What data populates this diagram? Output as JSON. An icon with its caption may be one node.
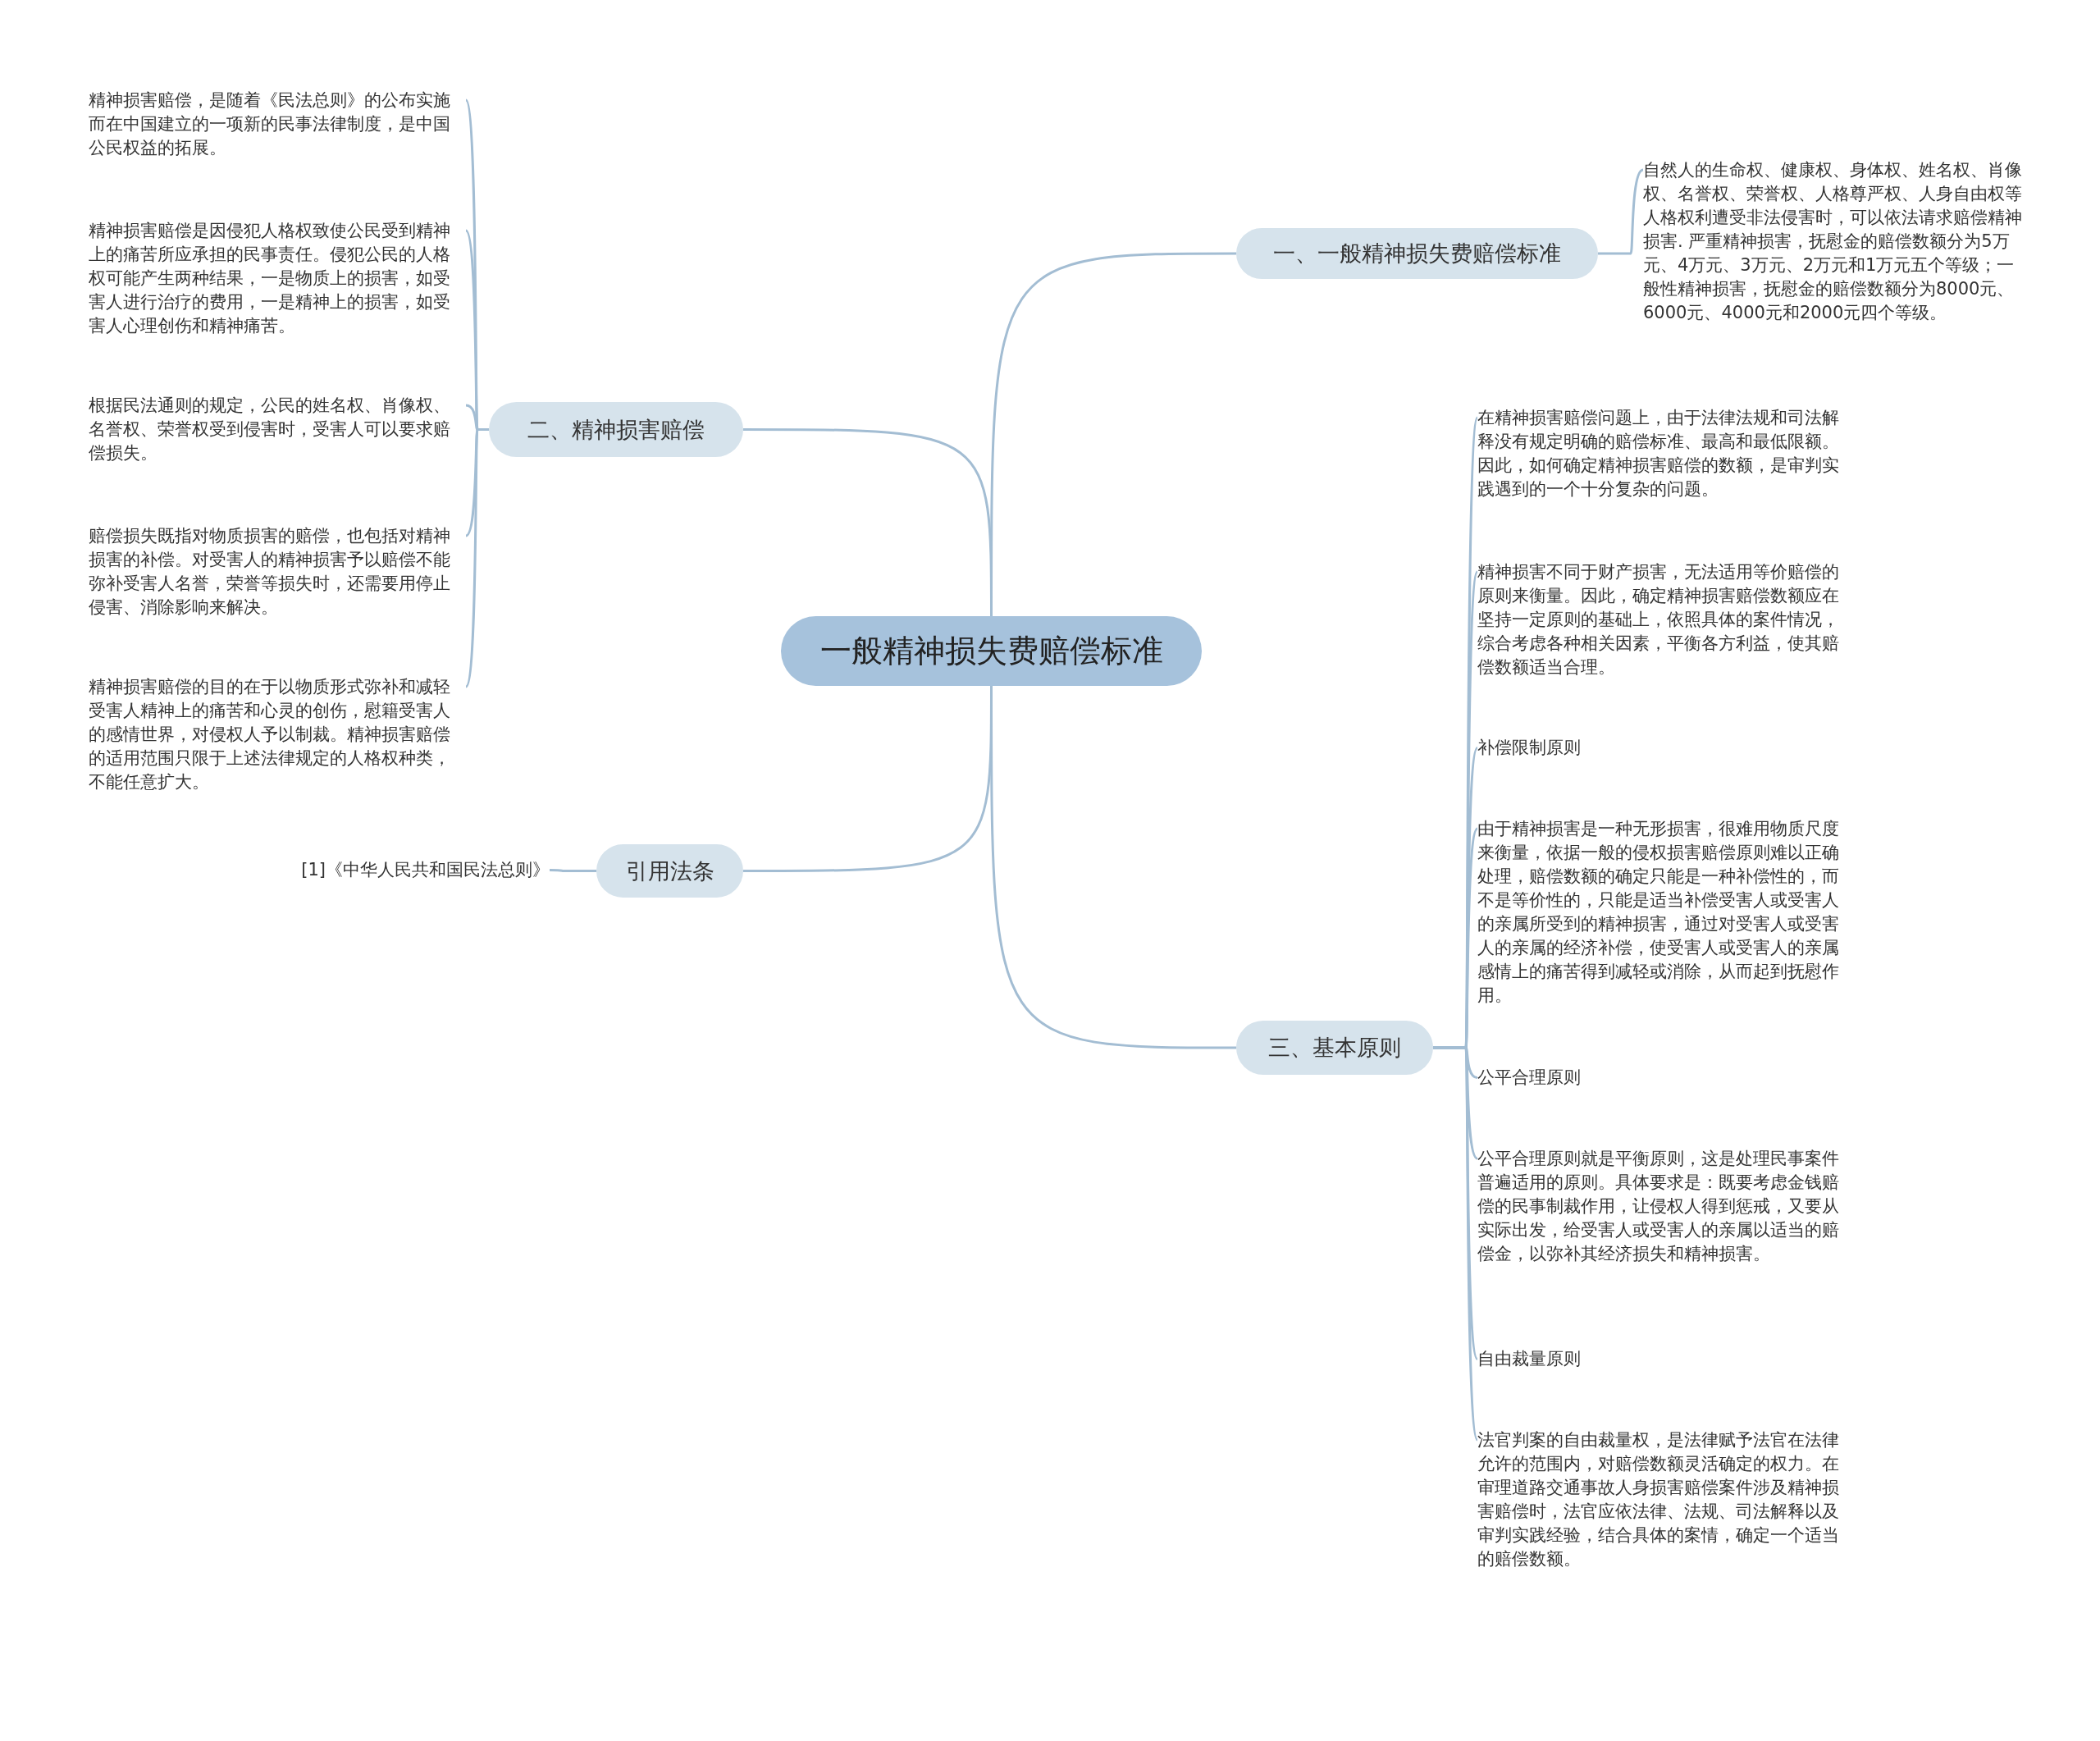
{
  "diagram": {
    "nodes": [
      {
        "text": [
          "一般精神损失费赔偿标准"
        ]
      },
      {
        "text": [
          "一、一般精神损失费赔偿标准"
        ]
      },
      {
        "text": [
          "自然人的生命权、健康权、身体权、姓名权、肖像权、名誉权、荣誉权、人格尊严权、人身自由权等人格权利遭受非法侵害时，可以依法请求赔偿精神损害. 严重精神损害，抚慰金的赔偿数额分为5万元、4万元、3万元、2万元和1万元五个等级；一般性精神损害，抚慰金的赔偿数额分为8000元、6000元、4000元和2000元四个等级。"
        ]
      },
      {
        "text": [
          "二、精神损害赔偿"
        ]
      },
      {
        "text": [
          "精神损害赔偿，是随着《民法总则》的公布实施而在中国建立的一项新的民事法律制度，是中国公民权益的拓展。"
        ]
      },
      {
        "text": [
          "精神损害赔偿是因侵犯人格权致使公民受到精神上的痛苦所应承担的民事责任。侵犯公民的人格权可能产生两种结果，一是物质上的损害，如受害人进行治疗的费用，一是精神上的损害，如受害人心理创伤和精神痛苦。"
        ]
      },
      {
        "text": [
          "根据民法通则的规定，公民的姓名权、肖像权、名誉权、荣誉权受到侵害时，受害人可以要求赔偿损失。"
        ]
      },
      {
        "text": [
          "赔偿损失既指对物质损害的赔偿，也包括对精神损害的补偿。对受害人的精神损害予以赔偿不能弥补受害人名誉，荣誉等损失时，还需要用停止侵害、消除影响来解决。"
        ]
      },
      {
        "text": [
          "精神损害赔偿的目的在于以物质形式弥补和减轻受害人精神上的痛苦和心灵的创伤，慰籍受害人的感情世界，对侵权人予以制裁。精神损害赔偿的适用范围只限于上述法律规定的人格权种类，不能任意扩大。"
        ]
      },
      {
        "text": [
          "三、基本原则"
        ]
      },
      {
        "text": [
          "在精神损害赔偿问题上，由于法律法规和司法解释没有规定明确的赔偿标准、最高和最低限额。因此，如何确定精神损害赔偿的数额，是审判实践遇到的一个十分复杂的问题。"
        ]
      },
      {
        "text": [
          "精神损害不同于财产损害，无法适用等价赔偿的原则来衡量。因此，确定精神损害赔偿数额应在坚持一定原则的基础上，依照具体的案件情况，综合考虑各种相关因素，平衡各方利益，使其赔偿数额适当合理。"
        ]
      },
      {
        "text": [
          "补偿限制原则"
        ]
      },
      {
        "text": [
          "由于精神损害是一种无形损害，很难用物质尺度来衡量，依据一般的侵权损害赔偿原则难以正确处理，赔偿数额的确定只能是一种补偿性的，而不是等价性的，只能是适当补偿受害人或受害人的亲属所受到的精神损害，通过对受害人或受害人的亲属的经济补偿，使受害人或受害人的亲属感情上的痛苦得到减轻或消除，从而起到抚慰作用。"
        ]
      },
      {
        "text": [
          "公平合理原则"
        ]
      },
      {
        "text": [
          "公平合理原则就是平衡原则，这是处理民事案件普遍适用的原则。具体要求是：既要考虑金钱赔偿的民事制裁作用，让侵权人得到惩戒，又要从实际出发，给受害人或受害人的亲属以适当的赔偿金，以弥补其经济损失和精神损害。"
        ]
      },
      {
        "text": [
          "自由裁量原则"
        ]
      },
      {
        "text": [
          "法官判案的自由裁量权，是法律赋予法官在法律允许的范围内，对赔偿数额灵活确定的权力。在审理道路交通事故人身损害赔偿案件涉及精神损害赔偿时，法官应依法律、法规、司法解释以及审判实践经验，结合具体的案情，确定一个适当的赔偿数额。"
        ]
      },
      {
        "text": [
          "引用法条"
        ]
      },
      {
        "text": [
          "[1]《中华人民共和国民法总则》"
        ]
      }
    ],
    "edges": [
      {
        "from": 0,
        "to": 1,
        "arrow": "none"
      },
      {
        "from": 1,
        "to": 2,
        "arrow": "none"
      },
      {
        "from": 0,
        "to": 3,
        "arrow": "none"
      },
      {
        "from": 3,
        "to": 4,
        "arrow": "none"
      },
      {
        "from": 3,
        "to": 5,
        "arrow": "none"
      },
      {
        "from": 3,
        "to": 6,
        "arrow": "none"
      },
      {
        "from": 3,
        "to": 7,
        "arrow": "none"
      },
      {
        "from": 3,
        "to": 8,
        "arrow": "none"
      },
      {
        "from": 0,
        "to": 9,
        "arrow": "none"
      },
      {
        "from": 9,
        "to": 10,
        "arrow": "none"
      },
      {
        "from": 9,
        "to": 11,
        "arrow": "none"
      },
      {
        "from": 9,
        "to": 12,
        "arrow": "none"
      },
      {
        "from": 9,
        "to": 13,
        "arrow": "none"
      },
      {
        "from": 9,
        "to": 14,
        "arrow": "none"
      },
      {
        "from": 9,
        "to": 15,
        "arrow": "none"
      },
      {
        "from": 9,
        "to": 16,
        "arrow": "none"
      },
      {
        "from": 9,
        "to": 17,
        "arrow": "none"
      },
      {
        "from": 0,
        "to": 18,
        "arrow": "none"
      },
      {
        "from": 18,
        "to": 19,
        "arrow": "none"
      }
    ]
  }
}
